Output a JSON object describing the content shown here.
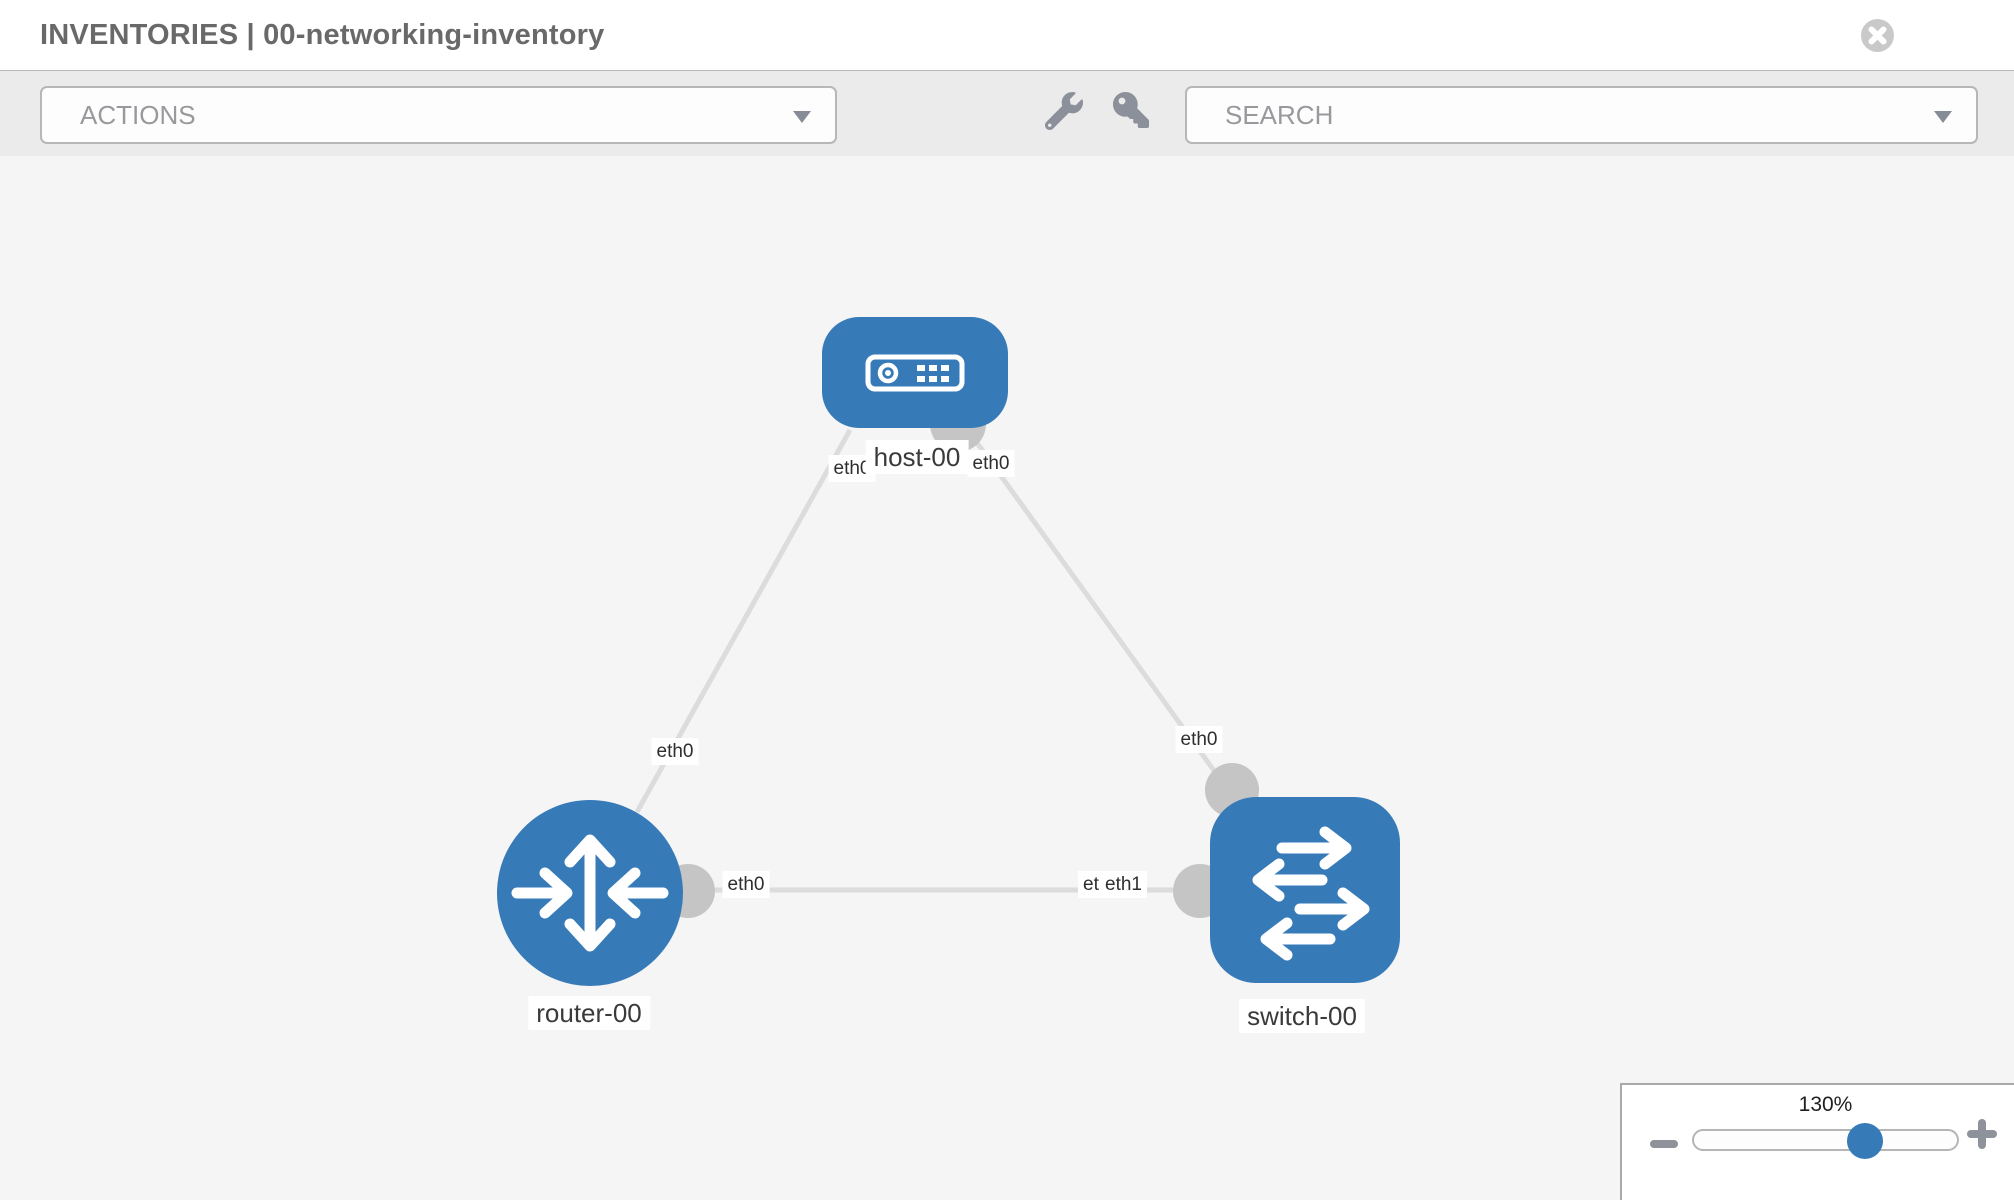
{
  "header": {
    "title": "INVENTORIES | 00-networking-inventory",
    "close_icon": "times-circle"
  },
  "toolbar": {
    "actions_label": "ACTIONS",
    "search_placeholder": "SEARCH",
    "wrench_icon": "wrench",
    "key_icon": "key"
  },
  "topology": {
    "nodes": [
      {
        "name": "host-00",
        "type": "host"
      },
      {
        "name": "router-00",
        "type": "router"
      },
      {
        "name": "switch-00",
        "type": "switch"
      }
    ],
    "links": [
      {
        "from": "host-00",
        "from_interface": "eth0",
        "to": "router-00",
        "to_interface": "eth0"
      },
      {
        "from": "host-00",
        "from_interface": "eth0",
        "to": "switch-00",
        "to_interface": "eth0"
      },
      {
        "from": "router-00",
        "from_interface": "eth0",
        "to": "switch-00",
        "to_interface_back": "eth0",
        "to_interface_front": "eth1"
      }
    ]
  },
  "zoom": {
    "value": "130%",
    "minus_icon": "minus",
    "plus_icon": "plus",
    "knob_icon": "slider-knob"
  },
  "colors": {
    "node_blue": "#377ab8",
    "canvas_bg": "#f5f5f5",
    "toolbar_bg": "#ebebeb",
    "link_gray": "#dcdcdc",
    "dot_gray": "#c5c5c5",
    "icon_gray": "#8b909a"
  }
}
